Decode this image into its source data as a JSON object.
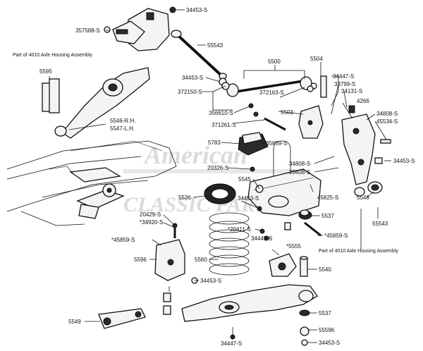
{
  "watermark": {
    "line1": "American",
    "line2": "CLASSIC PARTS"
  },
  "notes": {
    "axle_top": "Part of 4010 Axle Housing Assembly",
    "axle_bottom": "Part of 4010 Axle Housing Assembly"
  },
  "labels": {
    "p34453_top": "34453-S",
    "p357588": "357588-S",
    "p55543_top": "55543",
    "p5595": "5595",
    "p5546": "5546-R.H.",
    "p5547": "5547-L.H.",
    "p5500": "5500",
    "p5504": "5504",
    "p34453_mid": "34453-S",
    "p372150": "372150-S",
    "p372163": "372163-S",
    "p356610": "356610-S",
    "p5503": "5503",
    "p371261": "371261-S",
    "p34447_top": "34447-S",
    "p33799": "33799-S",
    "p34131": "34131-S",
    "p4266": "4266",
    "p34808_top": "34808-S",
    "p45534": "45534-S",
    "p5783": "5783",
    "p45859_a": "*45859-S",
    "p34808_b": "34808-S",
    "p20408": "20408-S",
    "p34453_right": "34453-S",
    "p20326": "20326-S",
    "p5545": "5545",
    "p5536": "5536",
    "p34453_c": "34453-S",
    "p45825": "45825-S",
    "p5548": "5548",
    "p55543_bot": "55543",
    "p20429": "20429-S",
    "p34920": "*34920-S",
    "p45859_b": "*45859-S",
    "p5537_top": "5537",
    "p20411": "*20411-S",
    "p45859_c": "*45859-S",
    "p34449": "34449-S",
    "p5555": "*5555",
    "p5596": "5596",
    "p5560": "5560",
    "p5540": "5540",
    "p34453_low": "34453-S",
    "p5549": "5549",
    "p5537_bot": "5537",
    "p55596": "55596",
    "p34447_bot": "34447-S",
    "p34453_bot": "34453-S"
  }
}
